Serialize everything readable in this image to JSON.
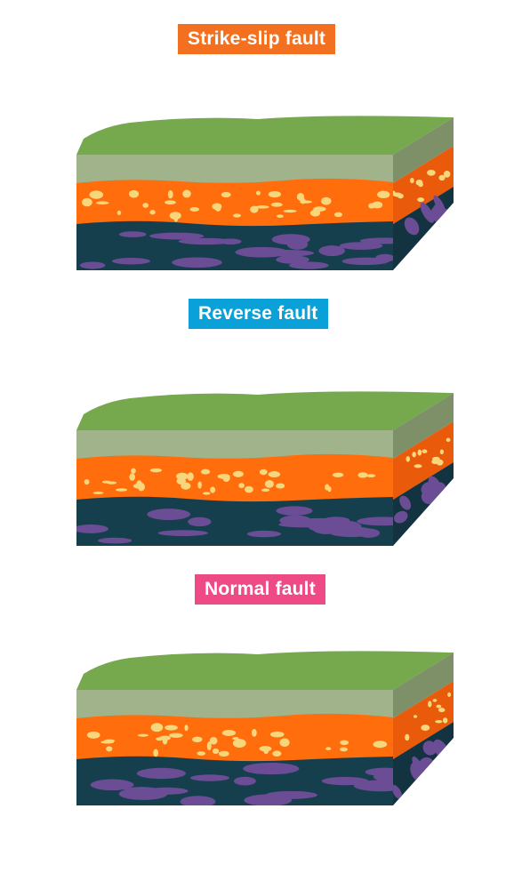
{
  "diagrams": [
    {
      "label": "Strike-slip fault",
      "label_color": "#f37021"
    },
    {
      "label": "Reverse fault",
      "label_color": "#0aa0d8"
    },
    {
      "label": "Normal fault",
      "label_color": "#ee4b86"
    }
  ],
  "layer_colors": {
    "grass_top": "#76a84e",
    "grass_side": "#7b9460",
    "soil_front": "#a0b38a",
    "soil_side": "#7e9068",
    "orange_front": "#ff6d0d",
    "orange_side": "#e95a0a",
    "pebble": "#f7d67c",
    "rock_front": "#163f4e",
    "rock_side": "#12333f",
    "rock_vein": "#6b4d96"
  }
}
